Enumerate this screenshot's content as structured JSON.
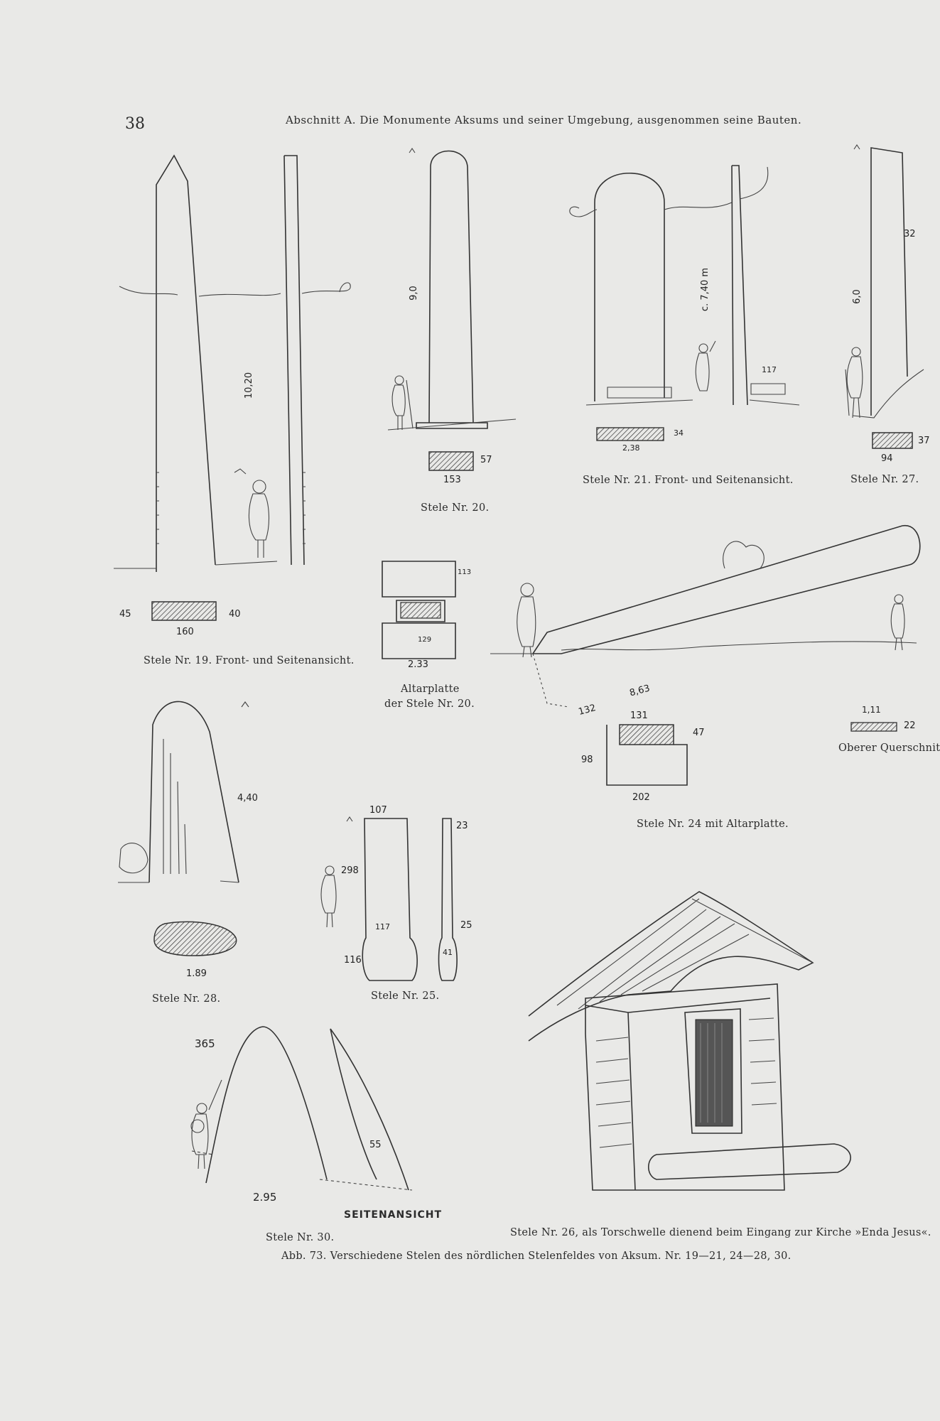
{
  "page": {
    "number": "38",
    "running_header": "Abschnitt A. Die Monumente Aksums und seiner Umgebung, ausgenommen seine Bauten."
  },
  "captions": {
    "stele19": "Stele Nr. 19. Front- und Seitenansicht.",
    "stele20": "Stele Nr. 20.",
    "altar20_line1": "Altarplatte",
    "altar20_line2": "der Stele Nr. 20.",
    "stele21": "Stele Nr. 21. Front- und Seitenansicht.",
    "stele27": "Stele Nr. 27.",
    "stele24": "Stele Nr. 24 mit Altarplatte.",
    "oberer": "Oberer Querschnitt.",
    "stele28": "Stele Nr. 28.",
    "stele25": "Stele Nr. 25.",
    "stele30": "Stele Nr. 30.",
    "seitenansicht": "SEITENANSICHT",
    "stele26": "Stele Nr. 26, als Torschwelle dienend beim Eingang zur Kirche »Enda Jesus«.",
    "figure": "Abb. 73. Verschiedene Stelen des nördlichen Stelenfeldes von Aksum. Nr. 19—21, 24—28, 30."
  },
  "annotations": {
    "s19_height": "10,20",
    "s19_w": "160",
    "s19_d1": "45",
    "s19_d2": "40",
    "s20_height": "9,0",
    "s20_w": "153",
    "s20_d": "57",
    "altar20_a": "113",
    "altar20_b": "129",
    "altar20_w": "2.33",
    "s21_height": "c. 7,40 m",
    "s21_w": "2,38",
    "s21_d": "34",
    "s21_side": "117",
    "s27_height": "6,0",
    "s27_top": "32",
    "s27_w": "94",
    "s27_d": "37",
    "s24_len": "8,63",
    "s24_a": "132",
    "s24_b": "131",
    "s24_c": "47",
    "s24_d": "98",
    "s24_w": "202",
    "s24_top_w": "1,11",
    "s24_top_d": "22",
    "s28_height": "4,40",
    "s28_w": "1.89",
    "s25_top": "107",
    "s25_h": "298",
    "s25_mid": "117",
    "s25_bot": "116",
    "s25_side_top": "23",
    "s25_side_mid": "25",
    "s25_side_bot": "41",
    "s30_h": "365",
    "s30_w": "2.95",
    "s30_side": "55"
  }
}
